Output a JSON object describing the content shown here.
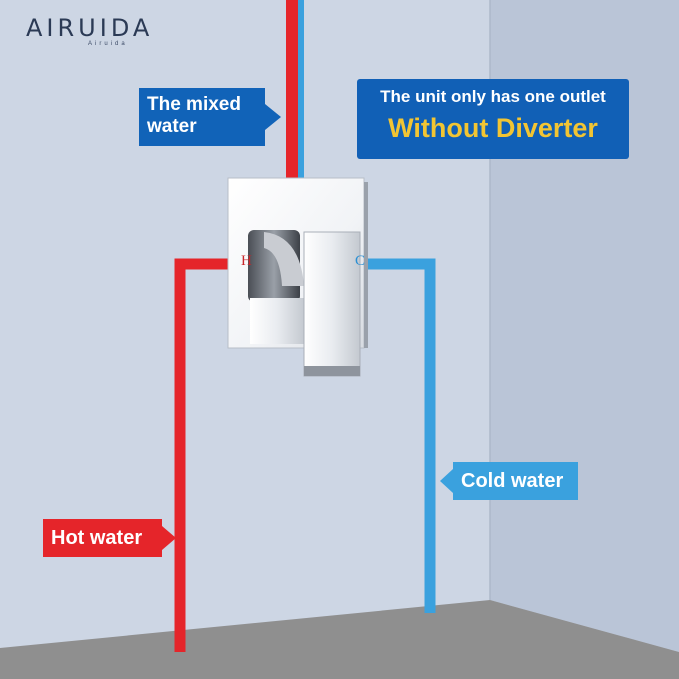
{
  "brand": {
    "logo": "AIRUIDA",
    "tagline": "Airuida"
  },
  "labels": {
    "mixed_line1": "The mixed",
    "mixed_line2": "water",
    "banner_line1": "The unit only has one outlet",
    "banner_line2": "Without Diverter",
    "cold": "Cold water",
    "hot": "Hot water",
    "hot_mark": "H",
    "cold_mark": "C"
  },
  "colors": {
    "hot_pipe": "#e5252a",
    "cold_pipe": "#3aa1de",
    "label_blue": "#1163b8",
    "banner_accent": "#f2c533",
    "wall": "#c9d3e2",
    "floor": "#8f8f8f"
  }
}
